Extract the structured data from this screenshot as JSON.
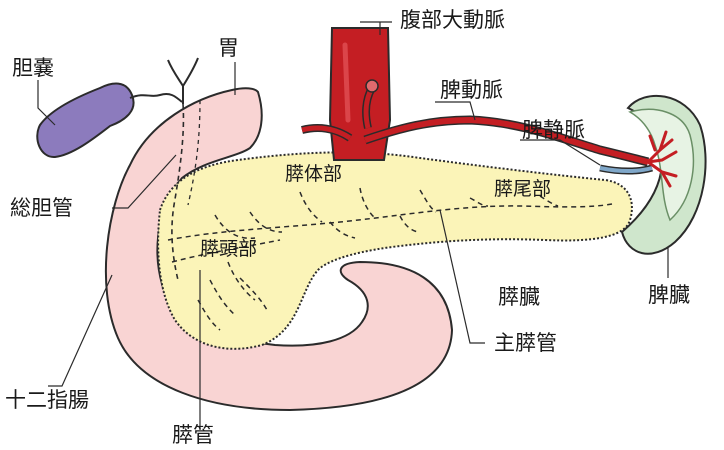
{
  "labels": {
    "gallbladder": "胆嚢",
    "stomach": "胃",
    "common_bile_duct": "総胆管",
    "duodenum": "十二指腸",
    "pancreatic_duct": "膵管",
    "abdominal_aorta": "腹部大動脈",
    "splenic_artery": "脾動脈",
    "splenic_vein": "脾静脈",
    "pancreas_body": "膵体部",
    "pancreas_tail": "膵尾部",
    "pancreas_head": "膵頭部",
    "pancreas": "膵臓",
    "main_pancreatic_duct": "主膵管",
    "spleen": "脾臓"
  },
  "colors": {
    "gallbladder": "#8c7bbd",
    "duodenum": "#f9d4d3",
    "pancreas": "#fbf4b8",
    "aorta": "#c41e23",
    "spleen_outer": "#cfe6cc",
    "spleen_inner": "#e7f3e4",
    "outline": "#2b2b2b"
  }
}
